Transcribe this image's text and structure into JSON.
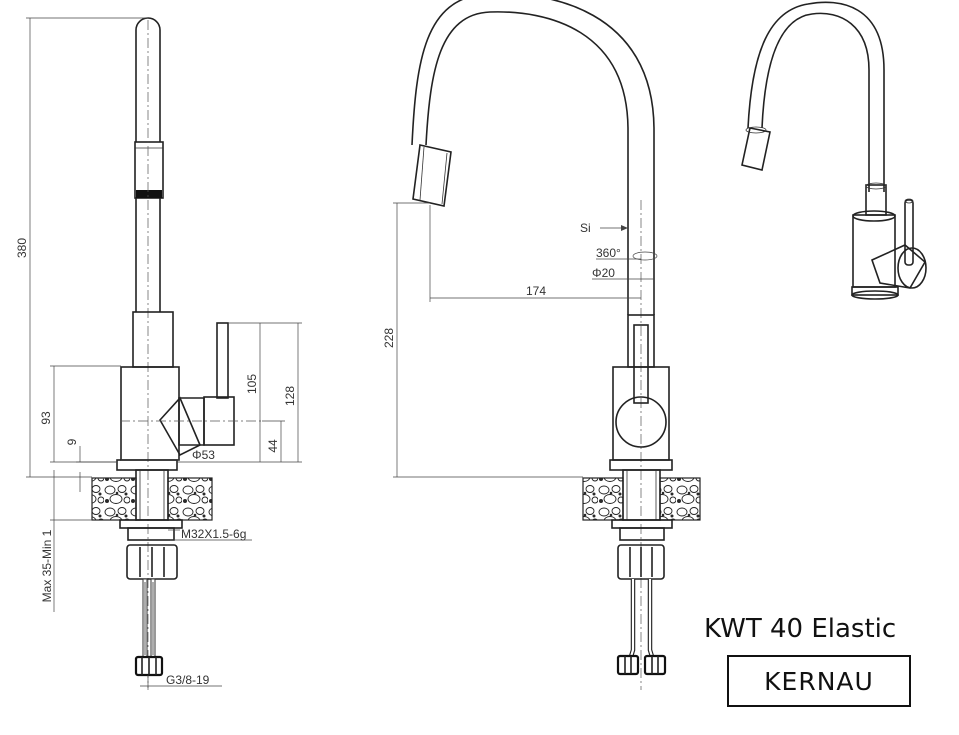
{
  "product": {
    "model": "KWT 40 Elastic",
    "brand": "KERNAU"
  },
  "dimensions": {
    "height_total": "380",
    "body_height": "93",
    "base_gap": "9",
    "body_diameter": "Φ53",
    "lever_height": "105",
    "lever_top_height": "128",
    "lever_axis_height": "44",
    "thread": "M32X1.5-6g",
    "countertop_thickness": "Max 35-Min 1",
    "hose_thread": "G3/8-19",
    "spout_height": "228",
    "spout_reach": "174",
    "pivot_label": "Si",
    "rotation": "360°",
    "spout_diameter": "Φ20"
  }
}
